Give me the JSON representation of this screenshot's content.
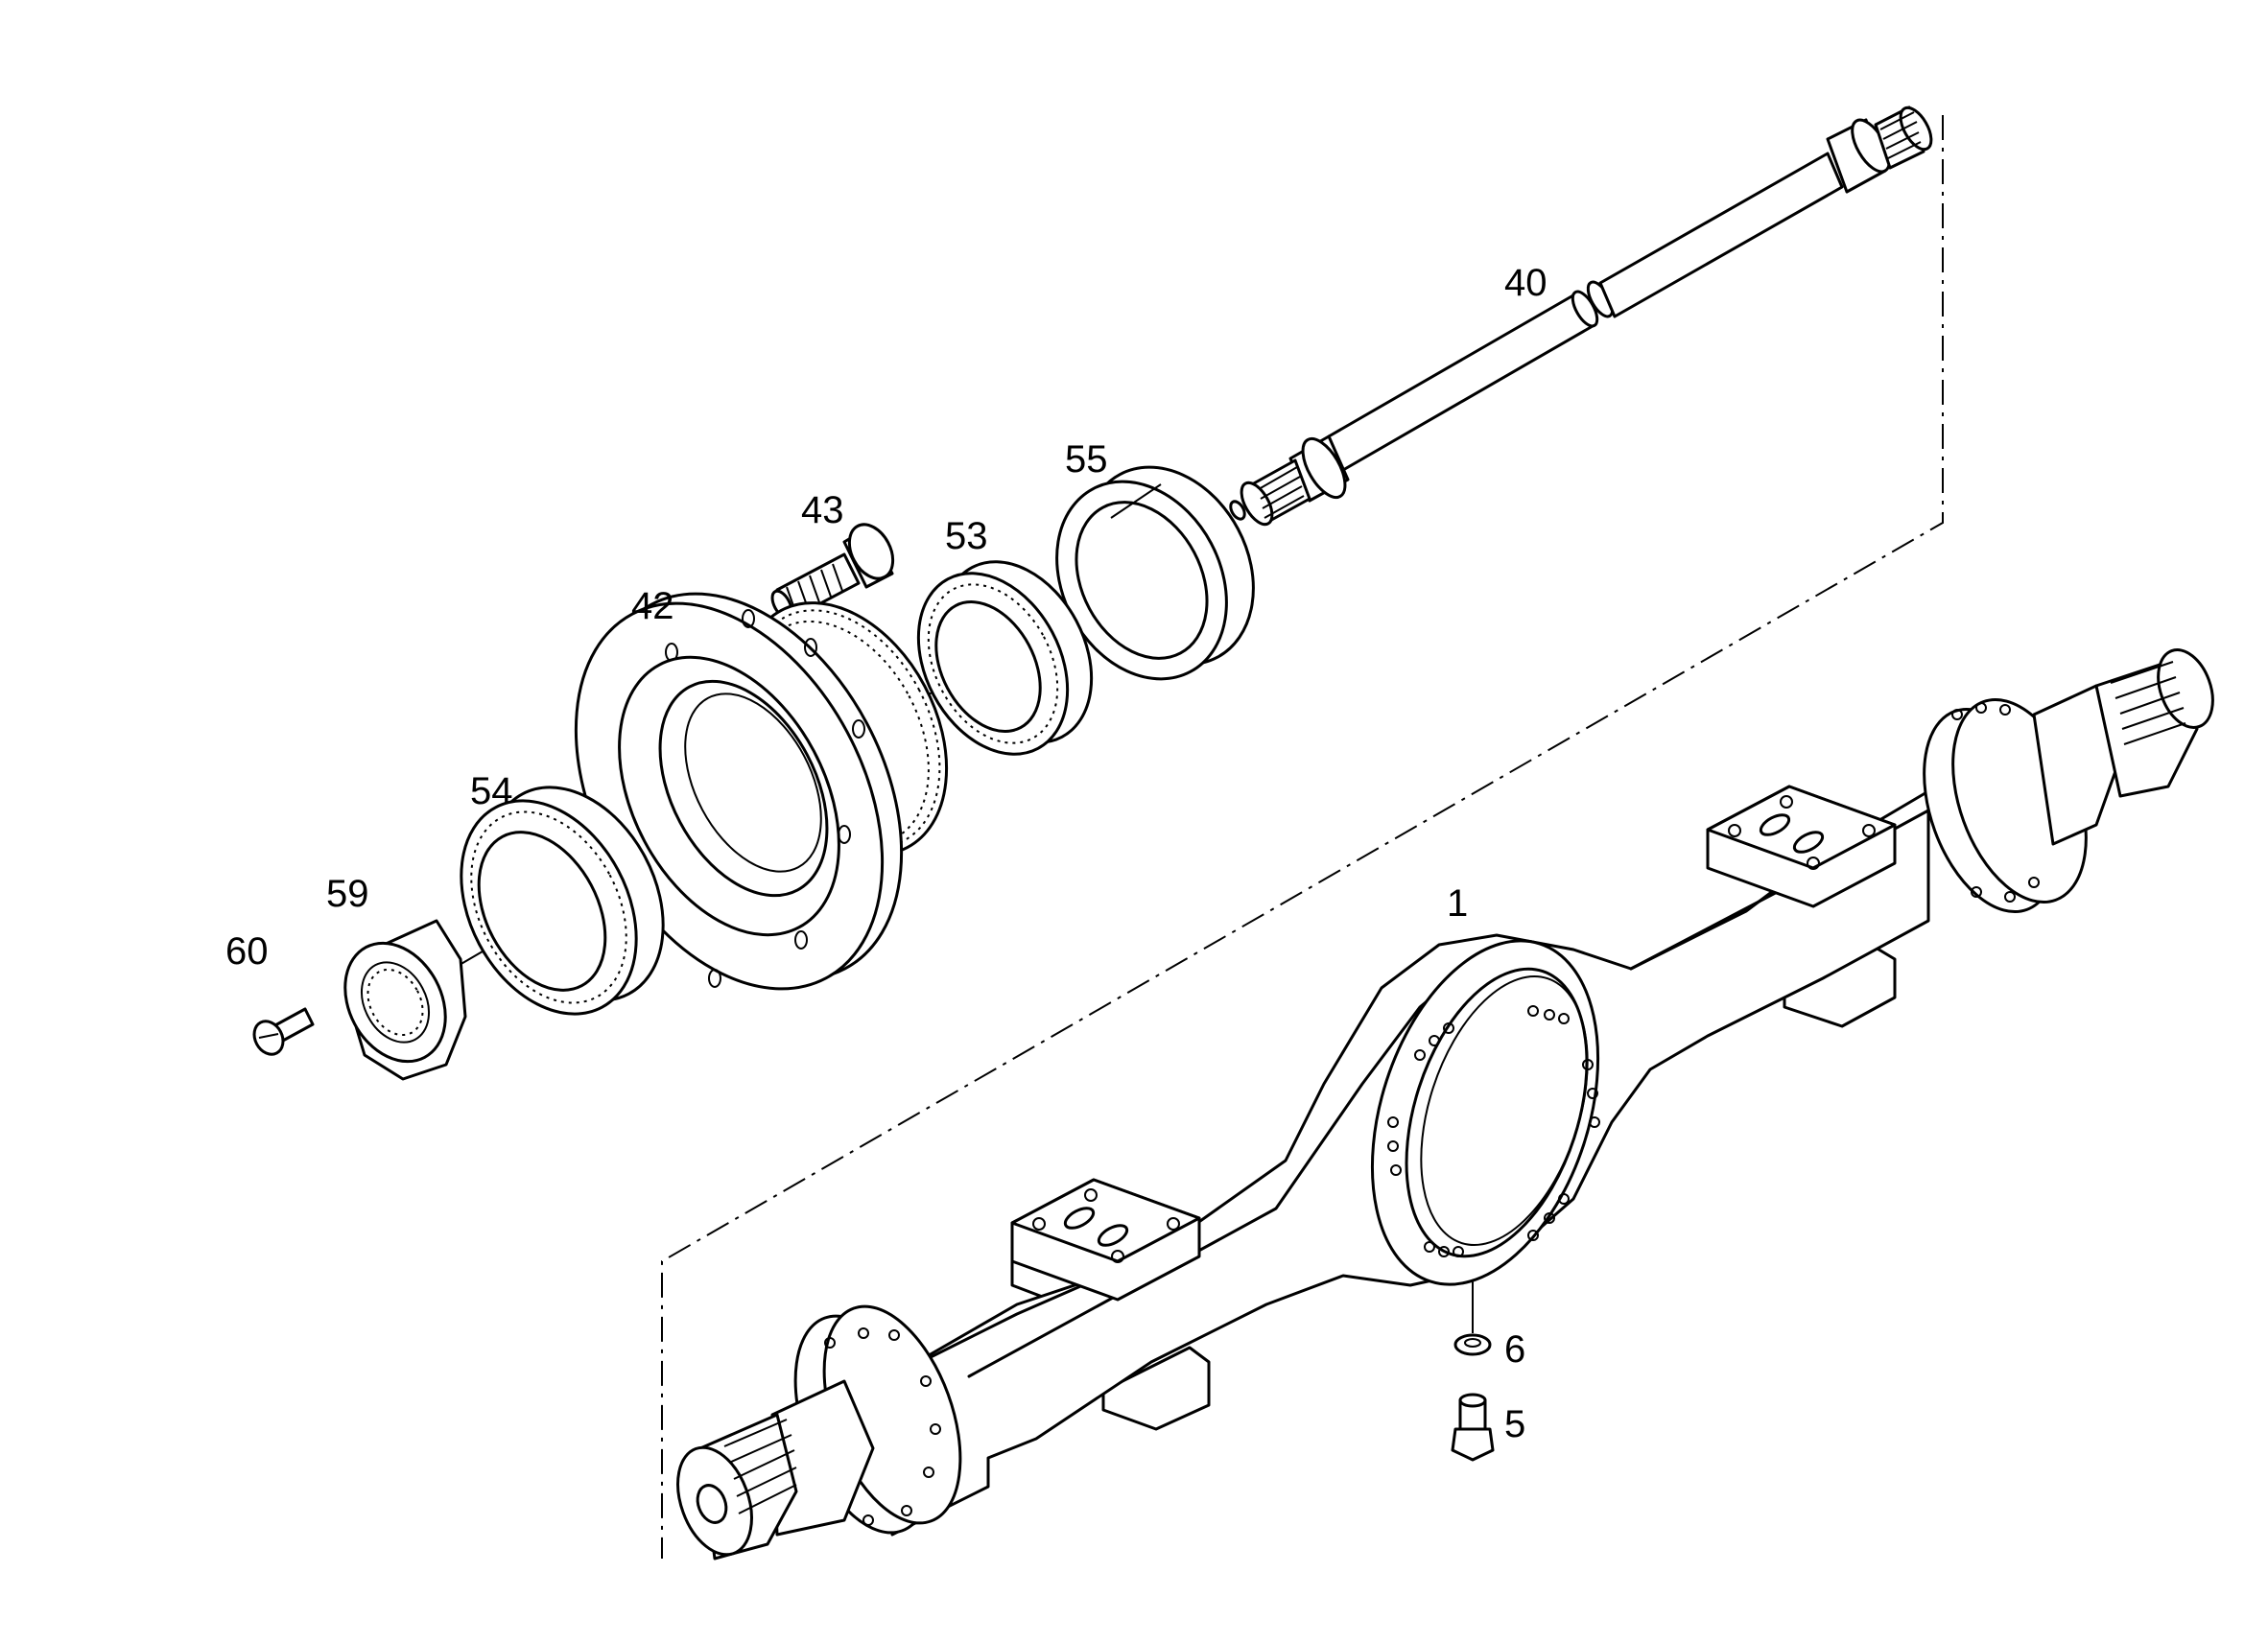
{
  "callouts": {
    "c1": "1",
    "c5": "5",
    "c6": "6",
    "c40": "40",
    "c42": "42",
    "c43": "43",
    "c53": "53",
    "c54": "54",
    "c55": "55",
    "c59": "59",
    "c60": "60"
  }
}
